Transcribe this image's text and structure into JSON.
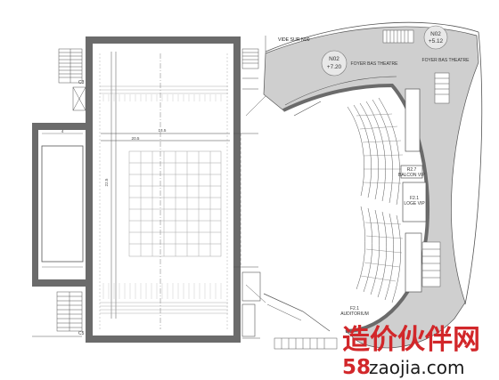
{
  "plan": {
    "top_label": "VIDE SUR N00",
    "level_left": {
      "code": "N02",
      "elev": "+7.20",
      "room": "FOYER BAS THEATRE"
    },
    "level_right": {
      "code": "N02",
      "elev": "+5.12",
      "room": "FOYER BAS THEATRE"
    },
    "rooms": {
      "balcon": {
        "code": "R2.7",
        "name": "BALCON VIP"
      },
      "loge": {
        "code": "F2.1",
        "name": "LOGE VIP"
      },
      "auditorium": {
        "code": "F2.1",
        "name": "AUDITORIUM"
      }
    },
    "dims": {
      "stage_a": "14.5",
      "stage_b": "20.5",
      "stage_height": "22.5",
      "side_small": "4"
    },
    "stage_markers": [
      "C3",
      "C5"
    ]
  },
  "watermark": {
    "chinese": "造价伙伴网",
    "number": "58",
    "domain": "zaojia.com"
  },
  "colors": {
    "wall": "#6b6b6b",
    "line": "#555555",
    "foyer": "#cfcfcf",
    "watermark_red": "#d2272a"
  }
}
